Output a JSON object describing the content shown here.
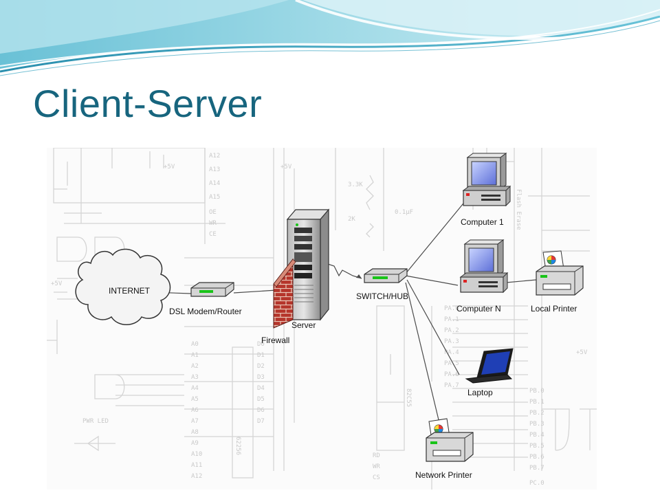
{
  "slide": {
    "title": "Client-Server"
  },
  "diagram": {
    "nodes": {
      "internet": "INTERNET",
      "modem": "DSL Modem/Router",
      "server": "Server",
      "firewall": "Firewall",
      "switch": "SWITCH/HUB",
      "computer1": "Computer 1",
      "computerN": "Computer N",
      "localPrinter": "Local Printer",
      "laptop": "Laptop",
      "networkPrinter": "Network Printer"
    },
    "background_schematic": {
      "labels": [
        "A12",
        "A13",
        "A14",
        "A15",
        "OE",
        "WR",
        "CE",
        "+5V",
        "+5V",
        "3.3K",
        "2K",
        "0.1µF",
        "A0",
        "A1",
        "A2",
        "A3",
        "A4",
        "A5",
        "A6",
        "A7",
        "A8",
        "A9",
        "A10",
        "A11",
        "A12",
        "D0",
        "D1",
        "D2",
        "D3",
        "D4",
        "D5",
        "D6",
        "D7",
        "PA.0",
        "PA.1",
        "PA.2",
        "PA.3",
        "PA.4",
        "PA.5",
        "PA.6",
        "PA.7",
        "PB.0",
        "PB.1",
        "PB.2",
        "PB.3",
        "PB.4",
        "PB.5",
        "PB.6",
        "PB.7",
        "PC.0",
        "RD",
        "WR",
        "CS",
        "62256",
        "82C55",
        "Flash Erase",
        "PWR LED",
        "+5V",
        "+5V"
      ]
    },
    "colors": {
      "title": "#17657e",
      "switch_led": "#19c419",
      "firewall_brick": "#b5352b"
    }
  }
}
